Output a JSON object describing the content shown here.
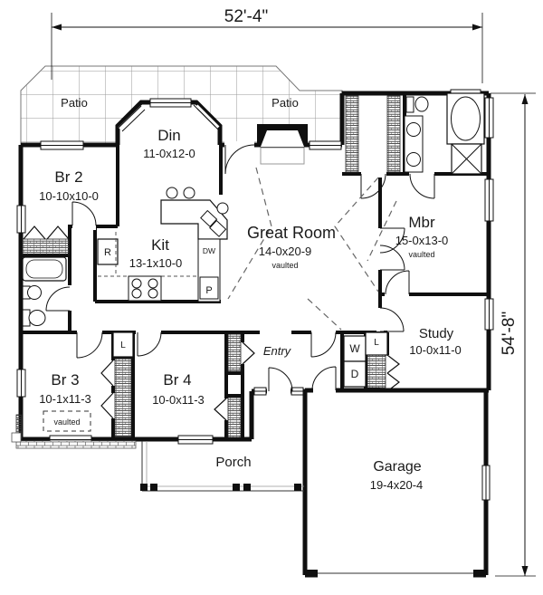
{
  "dims": {
    "width": "52'-4\"",
    "height": "54'-8\""
  },
  "rooms": {
    "patio1": {
      "name": "Patio"
    },
    "patio2": {
      "name": "Patio"
    },
    "din": {
      "name": "Din",
      "size": "11-0x12-0"
    },
    "br2": {
      "name": "Br 2",
      "size": "10-10x10-0"
    },
    "kit": {
      "name": "Kit",
      "size": "13-1x10-0"
    },
    "great": {
      "name": "Great Room",
      "size": "14-0x20-9",
      "note": "vaulted"
    },
    "mbr": {
      "name": "Mbr",
      "size": "15-0x13-0",
      "note": "vaulted"
    },
    "study": {
      "name": "Study",
      "size": "10-0x11-0"
    },
    "br3": {
      "name": "Br 3",
      "size": "10-1x11-3",
      "note": "vaulted"
    },
    "br4": {
      "name": "Br 4",
      "size": "10-0x11-3"
    },
    "entry": {
      "name": "Entry"
    },
    "porch": {
      "name": "Porch"
    },
    "garage": {
      "name": "Garage",
      "size": "19-4x20-4"
    }
  },
  "fixtures": {
    "refrigerator": "R",
    "dishwasher": "DW",
    "pantry": "P",
    "washer": "W",
    "dryer": "D",
    "linen_hall": "L",
    "linen_study": "L"
  },
  "colors": {
    "wall": "#0f0f0f",
    "thin_line": "#777777",
    "background": "#ffffff"
  }
}
